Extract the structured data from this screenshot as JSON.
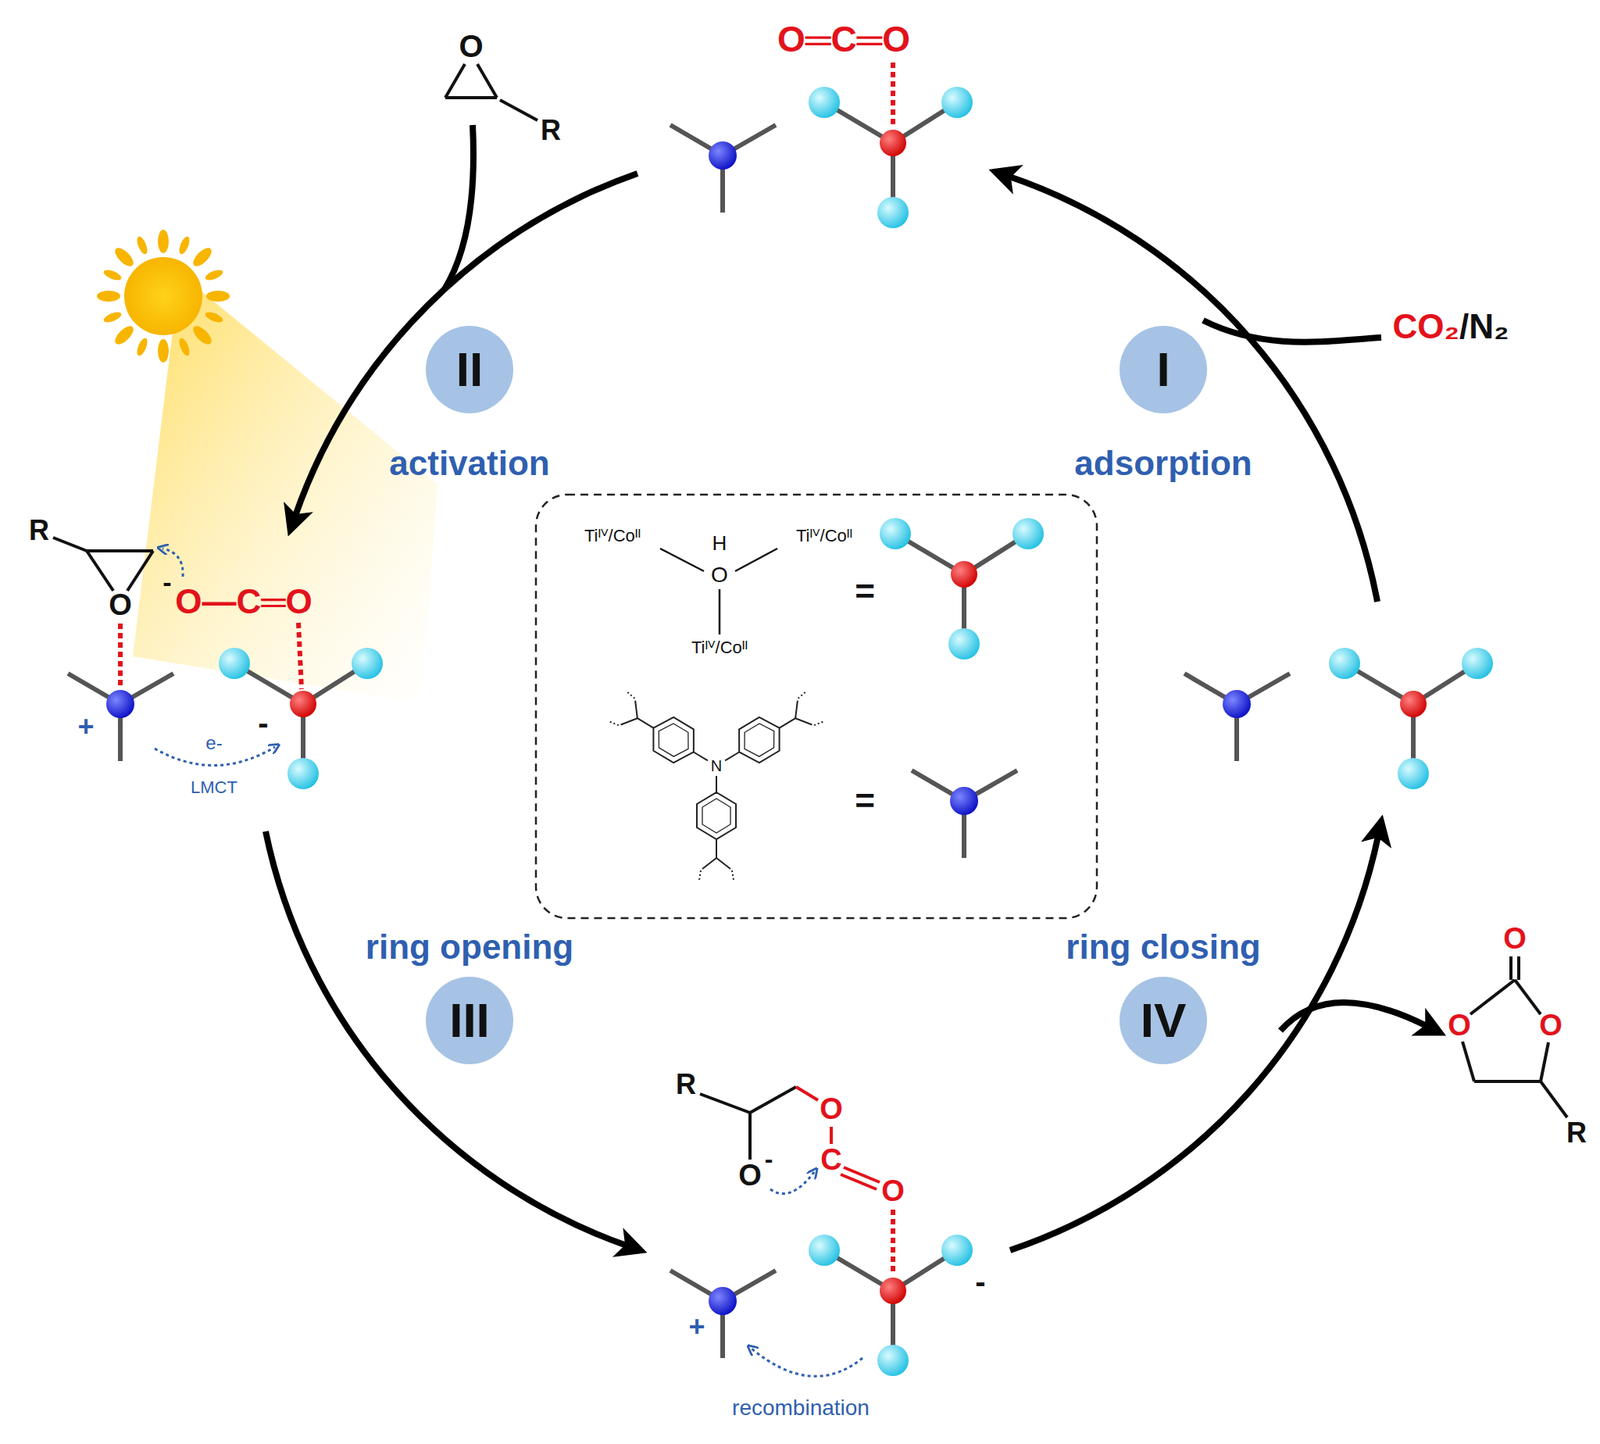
{
  "diagram": {
    "nodes": [
      {
        "text": [
          "I",
          "adsorption"
        ]
      },
      {
        "text": [
          "II",
          "activation"
        ]
      },
      {
        "text": [
          "III",
          "ring opening"
        ]
      },
      {
        "text": [
          "IV",
          "ring closing"
        ]
      }
    ],
    "labels": [
      "O═C═O",
      "O",
      "R",
      "CO₂",
      "/N₂",
      "Tiᴵⱽ/Coᴵᴵ",
      "H",
      "O",
      "Tiᴵⱽ/Coᴵᴵ",
      "Tiᴵⱽ/Coᴵᴵ",
      "=",
      "N",
      "=",
      "R",
      "O",
      "-",
      "O—C═O",
      "+",
      "-",
      "e-",
      "LMCT",
      "R",
      "O",
      "-",
      "O",
      "C",
      "O",
      "+",
      "-",
      "recombination",
      "O",
      "O",
      "O",
      "R"
    ]
  }
}
